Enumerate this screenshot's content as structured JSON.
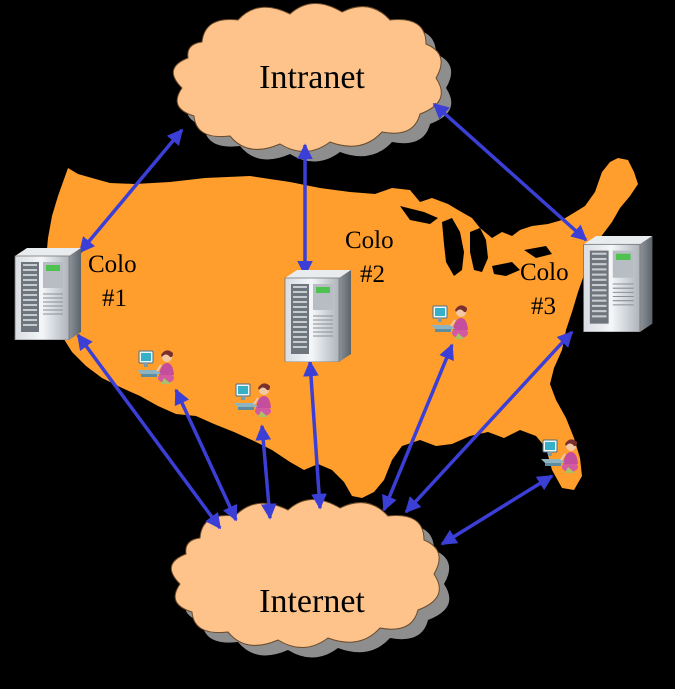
{
  "clouds": {
    "intranet": {
      "label": "Intranet"
    },
    "internet": {
      "label": "Internet"
    }
  },
  "colos": [
    {
      "line1": "Colo",
      "line2": "#1"
    },
    {
      "line1": "Colo",
      "line2": "#2"
    },
    {
      "line1": "Colo",
      "line2": "#3"
    }
  ],
  "colors": {
    "background": "#000000",
    "map": "#FF9E2C",
    "cloud_fill": "#FDC38A",
    "cloud_shadow": "#8E8E8E",
    "arrow": "#3B3FD6"
  },
  "icons": {
    "server": "server-tower-icon",
    "user": "user-at-computer-icon"
  }
}
